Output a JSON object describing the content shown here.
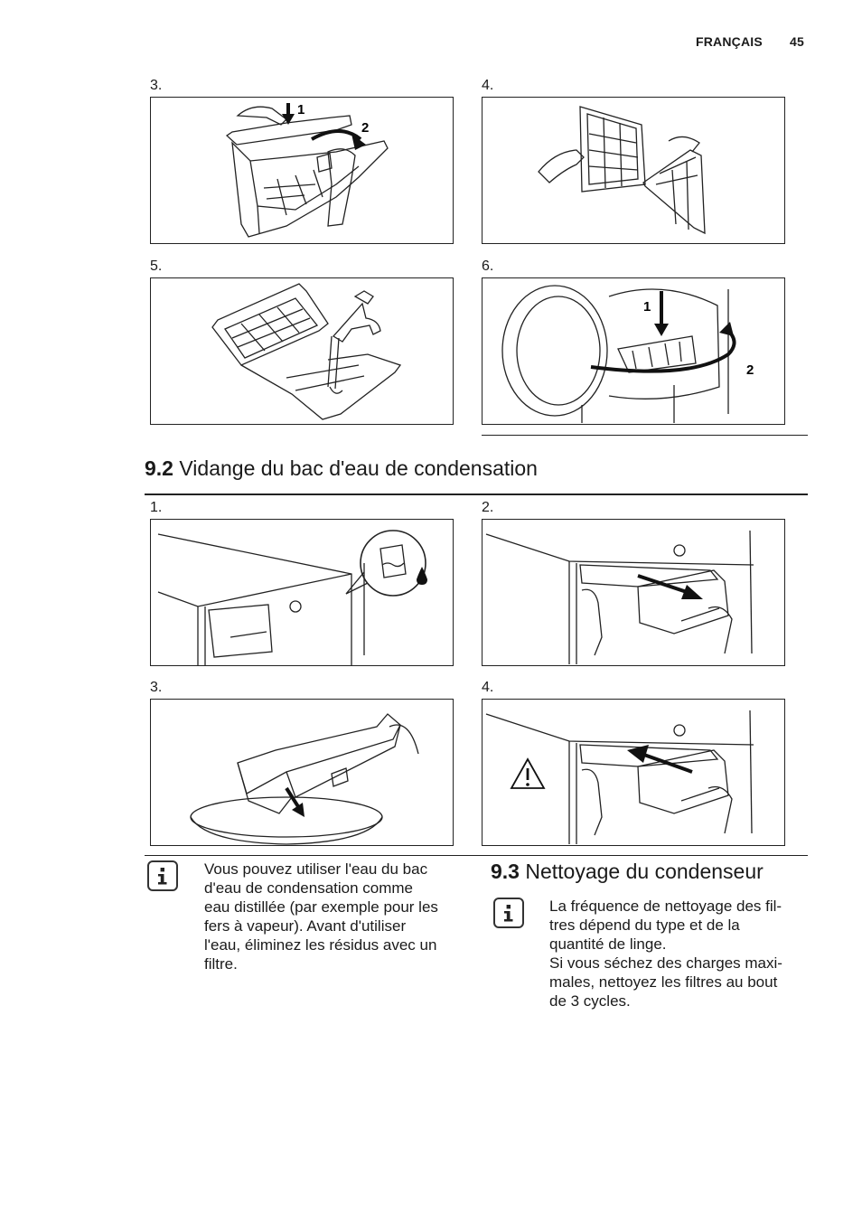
{
  "header": {
    "language": "FRANÇAIS",
    "page_number": "45"
  },
  "filter_steps": [
    {
      "label": "3.",
      "callouts": [
        "1",
        "2"
      ]
    },
    {
      "label": "4."
    },
    {
      "label": "5."
    },
    {
      "label": "6.",
      "callouts": [
        "1",
        "2"
      ]
    }
  ],
  "section_9_2": {
    "number": "9.2",
    "title": "Vidange du bac d'eau de condensation",
    "steps": [
      {
        "label": "1."
      },
      {
        "label": "2."
      },
      {
        "label": "3."
      },
      {
        "label": "4."
      }
    ],
    "note_lines": [
      "Vous pouvez utiliser l'eau du bac",
      "d'eau de condensation comme",
      "eau distillée (par exemple pour les",
      "fers à vapeur). Avant d'utiliser",
      "l'eau, éliminez les résidus avec un",
      "filtre."
    ]
  },
  "section_9_3": {
    "number": "9.3",
    "title": "Nettoyage du condenseur",
    "note_lines": [
      "La fréquence de nettoyage des fil-",
      "tres dépend du type et de la",
      "quantité de linge.",
      "Si vous séchez des charges maxi-",
      "males, nettoyez les filtres au bout",
      "de 3 cycles."
    ]
  },
  "icons": {
    "note": "info-icon",
    "warning": "warning-icon",
    "water": "water-container-icon"
  }
}
